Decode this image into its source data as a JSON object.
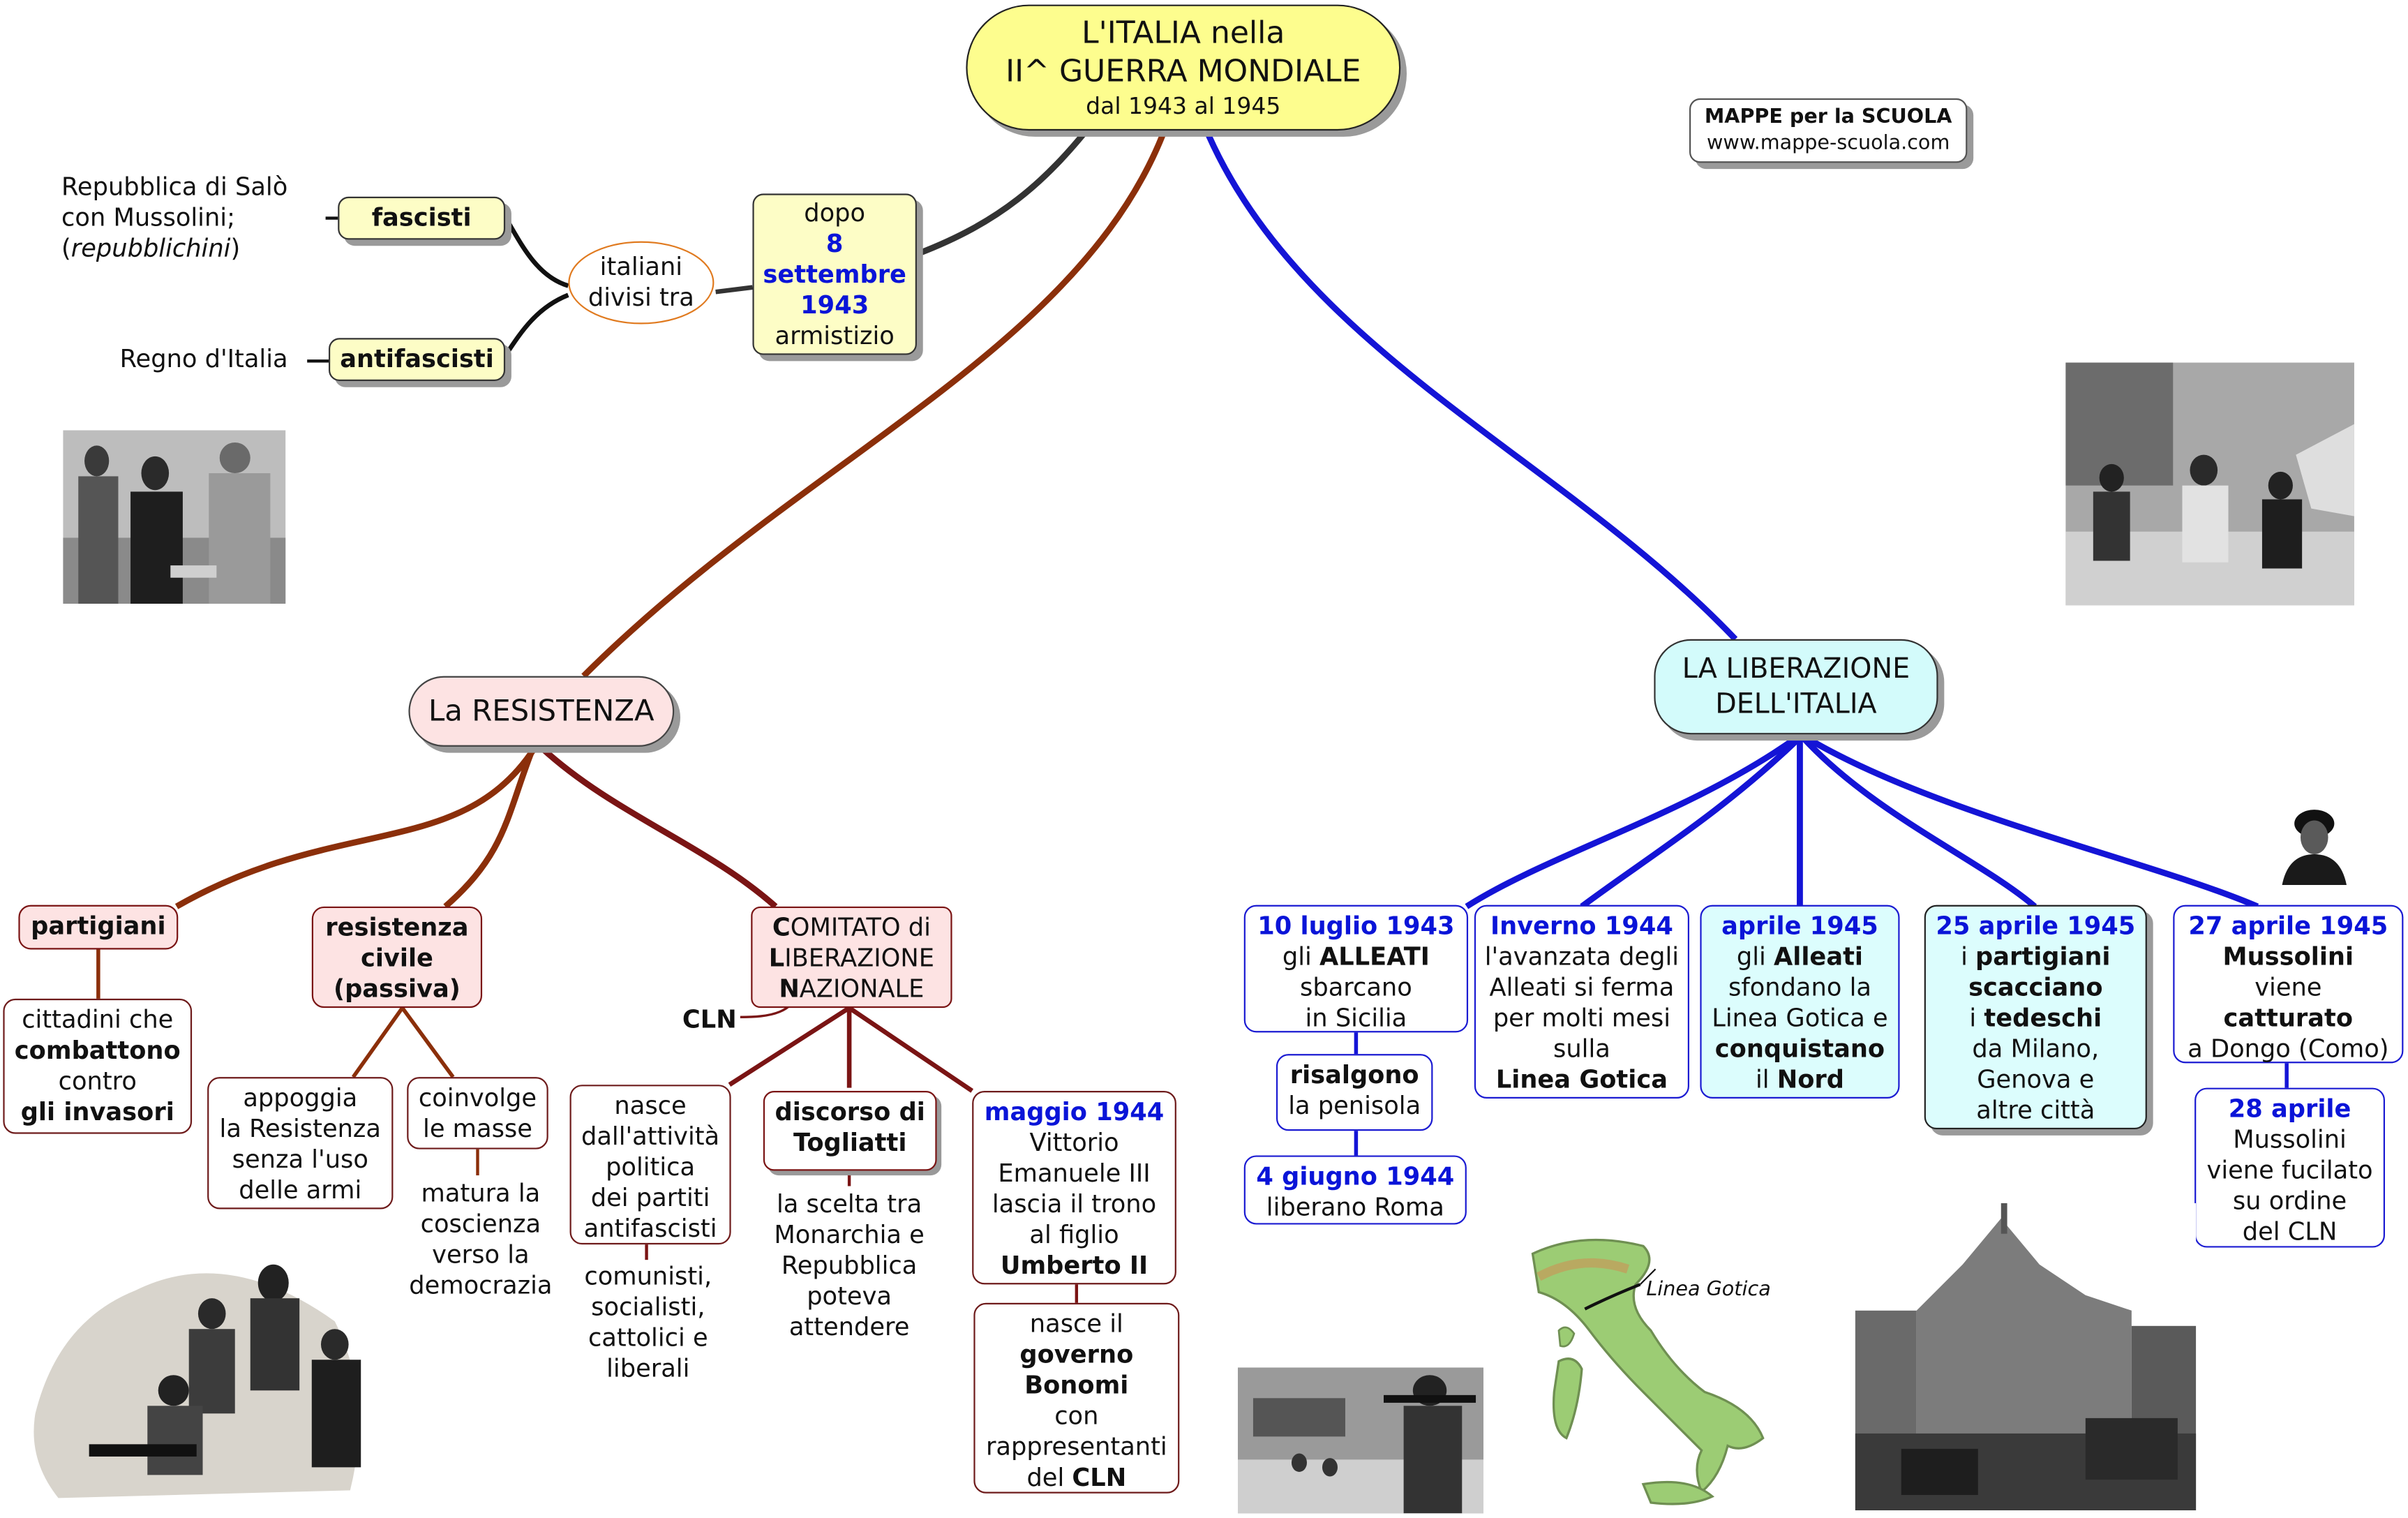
{
  "title": {
    "line1": "L'ITALIA nella",
    "line2": "II^ GUERRA MONDIALE",
    "line3": "dal 1943 al 1945"
  },
  "credit": {
    "line1": "MAPPE per la SCUOLA",
    "line2": "www.mappe-scuola.com"
  },
  "armistice": {
    "l1": "dopo",
    "l2": "8",
    "l3": "settembre",
    "l4": "1943",
    "l5": "armistizio"
  },
  "divided": {
    "l1": "italiani",
    "l2": "divisi tra"
  },
  "fascists": {
    "label": "fascisti",
    "note1": "Repubblica di Salò",
    "note2": "con Mussolini;",
    "note3": "(",
    "note3i": "repubblichini",
    "note3e": ")"
  },
  "antifascists": {
    "label": "antifascisti",
    "note": "Regno d'Italia"
  },
  "resistance": {
    "title": "La RESISTENZA",
    "partisans": {
      "label": "partigiani",
      "d1": "cittadini che",
      "d2": "combattono",
      "d3": "contro",
      "d4": "gli invasori"
    },
    "civil": {
      "l1": "resistenza",
      "l2": "civile",
      "l3": "(passiva)",
      "support": {
        "l1": "appoggia",
        "l2": "la Resistenza",
        "l3": "senza l'uso",
        "l4": "delle armi"
      },
      "involve": {
        "l1": "coinvolge",
        "l2": "le masse"
      },
      "conscience": {
        "l1": "matura la",
        "l2": "coscienza",
        "l3": "verso la",
        "l4": "democrazia"
      }
    },
    "cln": {
      "c": "C",
      "omitato": "OMITATO di",
      "l": "L",
      "iberazione": "IBERAZIONE",
      "n": "N",
      "azionale": "AZIONALE",
      "abbr": "CLN",
      "born": {
        "l1": "nasce",
        "l2": "dall'attività",
        "l3": "politica",
        "l4": "dei partiti",
        "l5": "antifascisti"
      },
      "parties": {
        "l1": "comunisti,",
        "l2": "socialisti,",
        "l3": "cattolici e",
        "l4": "liberali"
      },
      "togliatti": {
        "l1": "discorso di",
        "l2": "Togliatti"
      },
      "choice": {
        "l1": "la scelta tra",
        "l2": "Monarchia e",
        "l3": "Repubblica",
        "l4": "poteva",
        "l5": "attendere"
      },
      "may": {
        "date": "maggio 1944",
        "l1": "Vittorio",
        "l2": "Emanuele III",
        "l3": "lascia il trono",
        "l4": "al figlio",
        "l5": "Umberto II"
      },
      "bonomi": {
        "l1": "nasce il",
        "l2": "governo",
        "l3": "Bonomi",
        "l4": "con",
        "l5": "rappresentanti",
        "l6a": "del ",
        "l6b": "CLN"
      }
    }
  },
  "liberation": {
    "title1": "LA LIBERAZIONE",
    "title2": "DELL'ITALIA",
    "july": {
      "date": "10 luglio 1943",
      "l1a": "gli ",
      "l1b": "ALLEATI",
      "l2": "sbarcano",
      "l3": "in Sicilia"
    },
    "climb": {
      "l1": "risalgono",
      "l2": "la penisola"
    },
    "june": {
      "date": "4 giugno 1944",
      "l1": "liberano Roma"
    },
    "winter": {
      "date": "Inverno 1944",
      "l1": "l'avanzata degli",
      "l2": "Alleati si ferma",
      "l3": "per molti mesi",
      "l4": "sulla",
      "l5": "Linea Gotica"
    },
    "april": {
      "date": "aprile 1945",
      "l1a": "gli ",
      "l1b": "Alleati",
      "l2": "sfondano la",
      "l3": "Linea Gotica e",
      "l4": "conquistano",
      "l5a": "il ",
      "l5b": "Nord"
    },
    "apr25": {
      "date": "25 aprile 1945",
      "l1a": "i ",
      "l1b": "partigiani",
      "l2": "scacciano",
      "l3a": "i ",
      "l3b": "tedeschi",
      "l4": "da Milano,",
      "l5": "Genova e",
      "l6": "altre città"
    },
    "apr27": {
      "date": "27 aprile 1945",
      "l1": "Mussolini",
      "l2": "viene",
      "l3": "catturato",
      "l4": "a Dongo (Como)"
    },
    "apr28": {
      "date": "28 aprile",
      "l1": "Mussolini",
      "l2": "viene fucilato",
      "l3": "su ordine",
      "l4": "del CLN"
    }
  },
  "map_label": "Linea Gotica",
  "colors": {
    "title_bg": "#fdfd8e",
    "armistice_bg": "#fdfdc6",
    "resistance_bg": "#fde3e3",
    "liberation_bg": "#d3fbfb",
    "cyan_box": "#dcfdfd",
    "dark_link": "#333333",
    "brown_link": "#8b2f0a",
    "blue_link": "#1414d6",
    "maroon": "#7a1414",
    "date_blue": "#0a14d8"
  }
}
